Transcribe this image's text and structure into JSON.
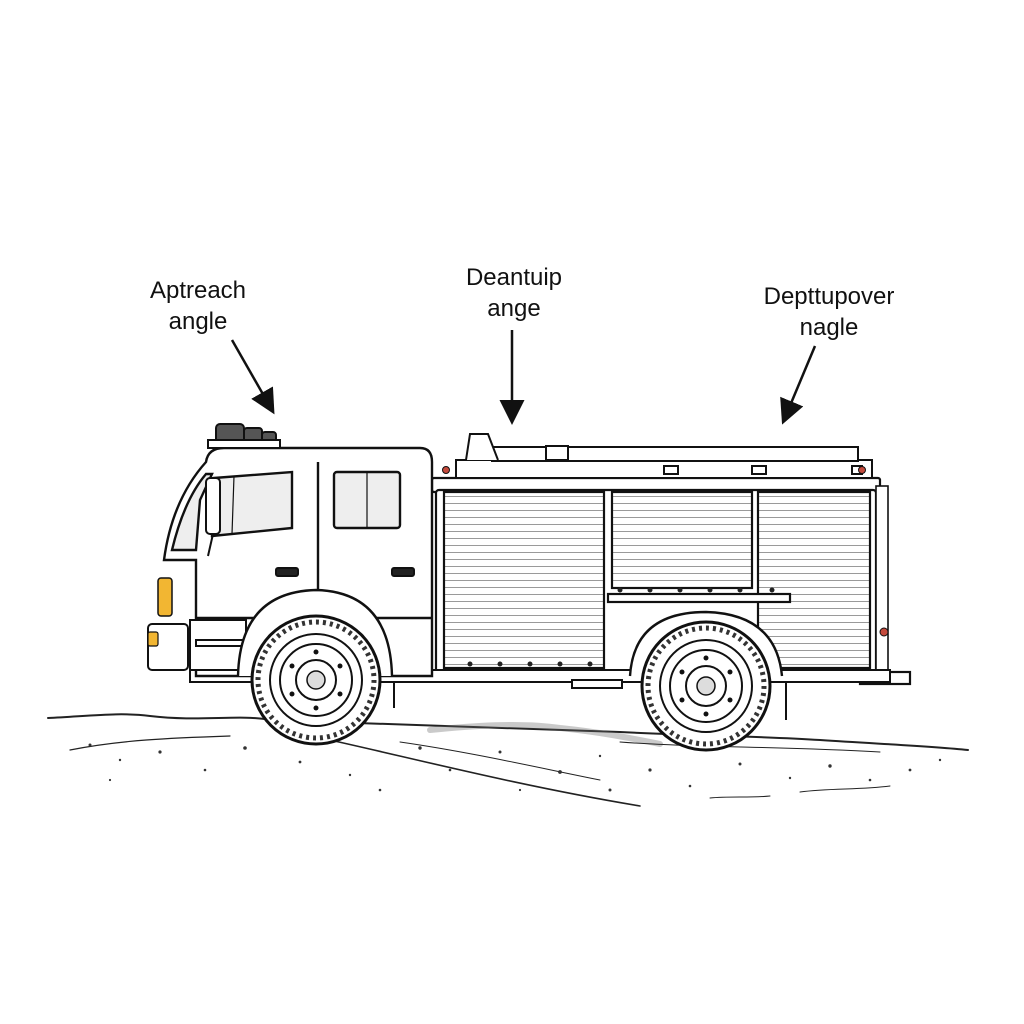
{
  "labels": {
    "approach": {
      "line1": "Aptreach",
      "line2": "angle"
    },
    "departure": {
      "line1": "Deantuip",
      "line2": "ange"
    },
    "breakover": {
      "line1": "Depttupover",
      "line2": "nagle"
    }
  },
  "colors": {
    "ink": "#111111",
    "paper": "#ffffff",
    "body": "#ffffff",
    "glass": "#eeeeee",
    "lamp": "#f2b632",
    "tail_light": "#c44a3c",
    "ground": "#555555"
  }
}
